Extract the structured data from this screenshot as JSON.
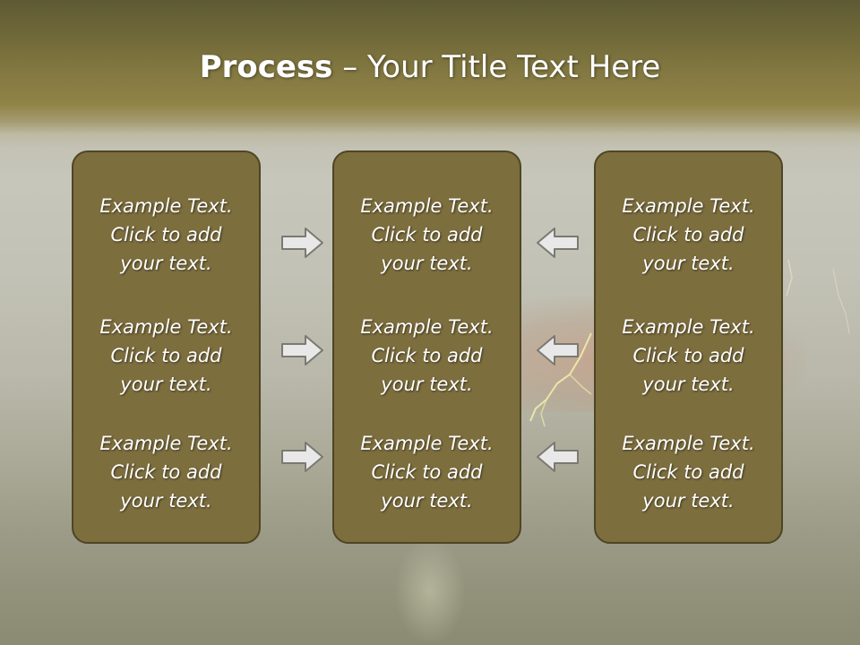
{
  "slide": {
    "title_bold": "Process",
    "title_rest": " – Your Title Text Here"
  },
  "panels": [
    {
      "blocks": [
        {
          "line1": "Example Text.",
          "line2": "Click  to add",
          "line3": "your text."
        },
        {
          "line1": "Example Text.",
          "line2": "Click  to add",
          "line3": "your text."
        },
        {
          "line1": "Example Text.",
          "line2": "Click  to add",
          "line3": "your text."
        }
      ]
    },
    {
      "blocks": [
        {
          "line1": "Example Text.",
          "line2": "Click  to add",
          "line3": "your text."
        },
        {
          "line1": "Example Text.",
          "line2": "Click  to add",
          "line3": "your text."
        },
        {
          "line1": "Example Text.",
          "line2": "Click  to add",
          "line3": "your text."
        }
      ]
    },
    {
      "blocks": [
        {
          "line1": "Example Text.",
          "line2": "Click  to add",
          "line3": "your text."
        },
        {
          "line1": "Example Text.",
          "line2": "Click  to add",
          "line3": "your text."
        },
        {
          "line1": "Example Text.",
          "line2": "Click  to add",
          "line3": "your text."
        }
      ]
    }
  ],
  "colors": {
    "panel_fill": "#7d6e3e",
    "panel_border": "#4e4524",
    "arrow_fill": "#e8e8e8",
    "arrow_stroke": "#7a7a72"
  },
  "icons": {
    "left_column_arrows": "arrow-right-icon",
    "right_column_arrows": "arrow-left-icon"
  }
}
